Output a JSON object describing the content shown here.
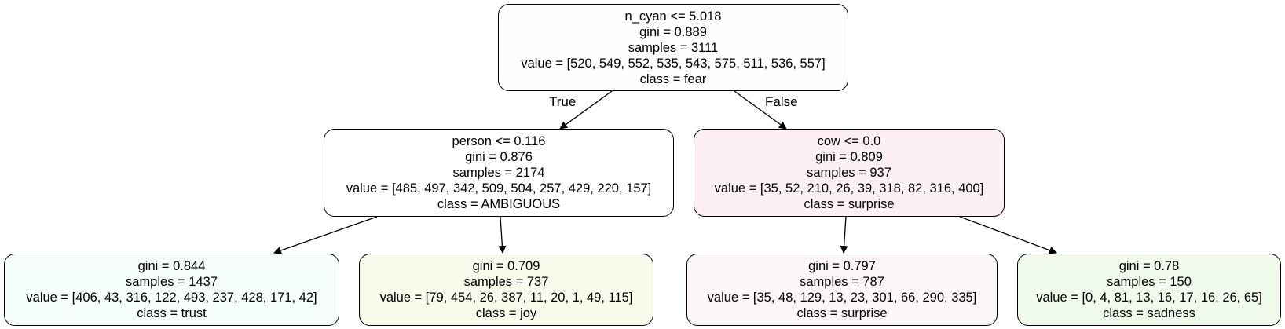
{
  "diagram": {
    "nodes": [
      {
        "id": "root",
        "split": "n_cyan <= 5.018",
        "gini": "gini = 0.889",
        "samples": "samples = 3111",
        "value": "value = [520, 549, 552, 535, 543, 575, 511, 536, 557]",
        "class": "class = fear",
        "fill": "#fffefe"
      },
      {
        "id": "left",
        "split": "person <= 0.116",
        "gini": "gini = 0.876",
        "samples": "samples = 2174",
        "value": "value = [485, 497, 342, 509, 504, 257, 429, 220, 157]",
        "class": "class = AMBIGUOUS",
        "fill": "#ffffff"
      },
      {
        "id": "right",
        "split": "cow <= 0.0",
        "gini": "gini = 0.809",
        "samples": "samples = 937",
        "value": "value = [35, 52, 210, 26, 39, 318, 82, 316, 400]",
        "class": "class = surprise",
        "fill": "#fdf0f3"
      },
      {
        "id": "ll",
        "gini": "gini = 0.844",
        "samples": "samples = 1437",
        "value": "value = [406, 43, 316, 122, 493, 237, 428, 171, 42]",
        "class": "class = trust",
        "fill": "#f5fcfc"
      },
      {
        "id": "lr",
        "gini": "gini = 0.709",
        "samples": "samples = 737",
        "value": "value = [79, 454, 26, 387, 11, 20, 1, 49, 115]",
        "class": "class = joy",
        "fill": "#f8faec"
      },
      {
        "id": "rl",
        "gini": "gini = 0.797",
        "samples": "samples = 787",
        "value": "value = [35, 48, 129, 13, 23, 301, 66, 290, 335]",
        "class": "class = surprise",
        "fill": "#fdf6f7"
      },
      {
        "id": "rr",
        "gini": "gini = 0.78",
        "samples": "samples = 150",
        "value": "value = [0, 4, 81, 13, 16, 17, 16, 26, 65]",
        "class": "class = sadness",
        "fill": "#effaeb"
      }
    ],
    "edge_labels": {
      "true": "True",
      "false": "False"
    }
  }
}
